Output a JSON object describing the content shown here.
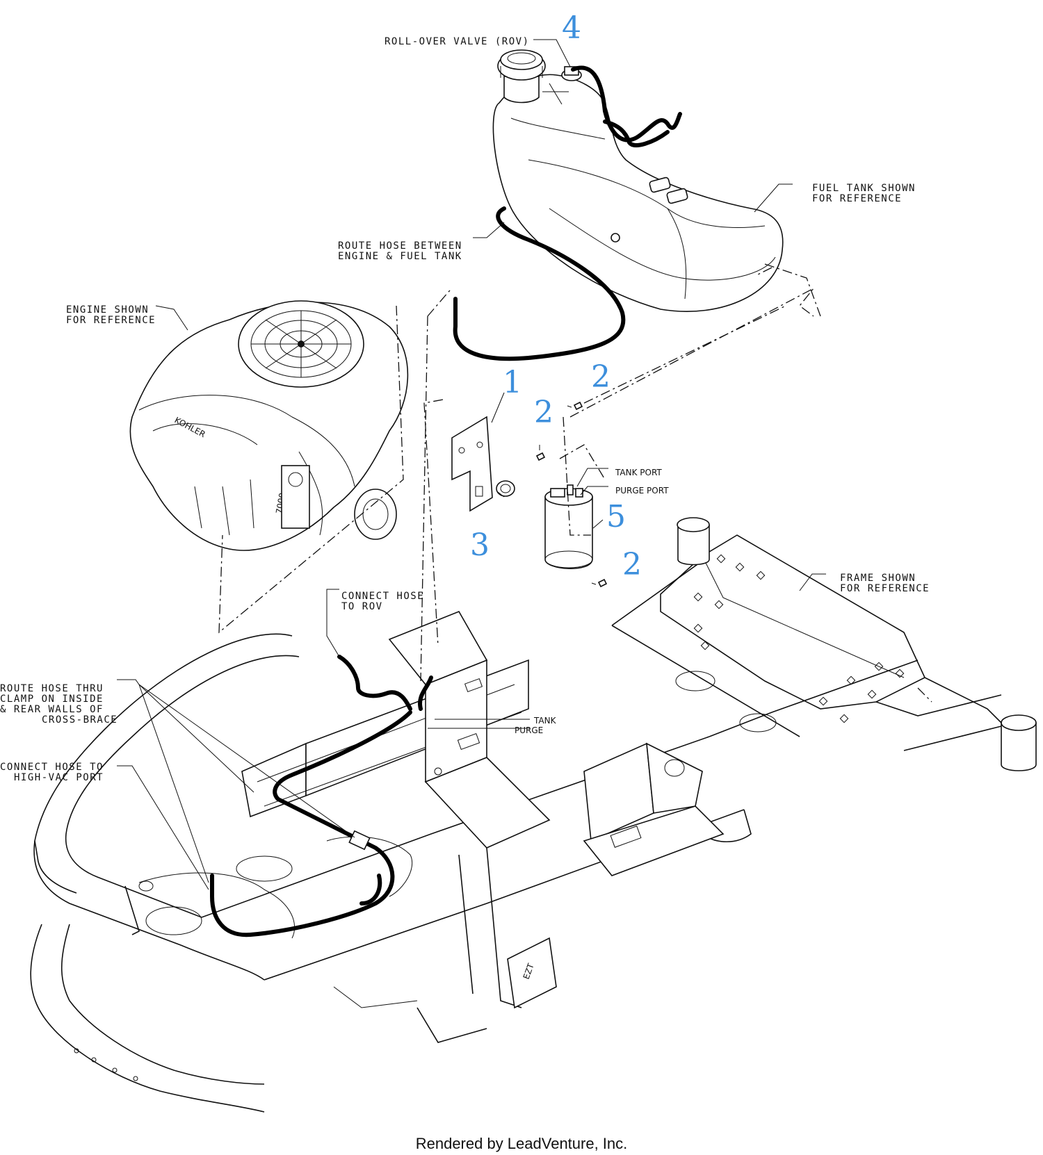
{
  "labels": {
    "rov": "ROLL-OVER VALVE (ROV)",
    "fuel_tank_1": "FUEL TANK SHOWN",
    "fuel_tank_2": "FOR REFERENCE",
    "route_hose_1": "ROUTE HOSE BETWEEN",
    "route_hose_2": "ENGINE & FUEL TANK",
    "engine_1": "ENGINE SHOWN",
    "engine_2": "FOR REFERENCE",
    "tank_port": "TANK PORT",
    "purge_port": "PURGE PORT",
    "frame_1": "FRAME SHOWN",
    "frame_2": "FOR REFERENCE",
    "connect_rov_1": "CONNECT HOSE",
    "connect_rov_2": "TO ROV",
    "route_thru_1": "ROUTE HOSE THRU",
    "route_thru_2": "CLAMP ON INSIDE",
    "route_thru_3": "& REAR WALLS OF",
    "route_thru_4": "CROSS-BRACE",
    "connect_vac_1": "CONNECT HOSE TO",
    "connect_vac_2": "HIGH-VAC PORT",
    "tank": "TANK",
    "purge": "PURGE",
    "engine_brand": "KOHLER",
    "engine_model": "7000",
    "frame_badge": "EZT"
  },
  "callouts": {
    "n4": "4",
    "n1": "1",
    "n2a": "2",
    "n2b": "2",
    "n2c": "2",
    "n3": "3",
    "n5": "5"
  },
  "footer": "Rendered by LeadVenture, Inc.",
  "colors": {
    "callout": "#3d8fdc",
    "ink": "#111111"
  }
}
